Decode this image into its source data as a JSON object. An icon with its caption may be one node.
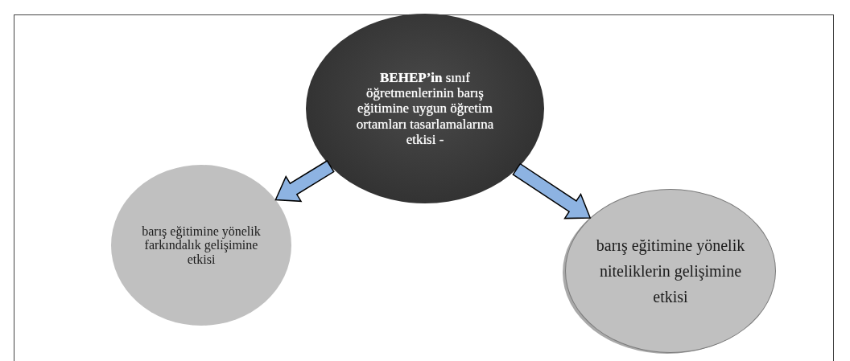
{
  "diagram": {
    "nodes": [
      {
        "text": [
          "**BEHEP’in** sınıf öğretmenlerinin barış eğitimine uygun öğretim ortamları tasarlamalarına etkisi -"
        ]
      },
      {
        "text": [
          "barış eğitimine yönelik farkındalık gelişimine etkisi"
        ]
      },
      {
        "text": [
          "barış eğitimine yönelik niteliklerin gelişimine etkisi"
        ]
      }
    ],
    "edges": [
      {
        "from": 0,
        "to": 1,
        "arrow": "to"
      },
      {
        "from": 0,
        "to": 2,
        "arrow": "to"
      }
    ]
  }
}
